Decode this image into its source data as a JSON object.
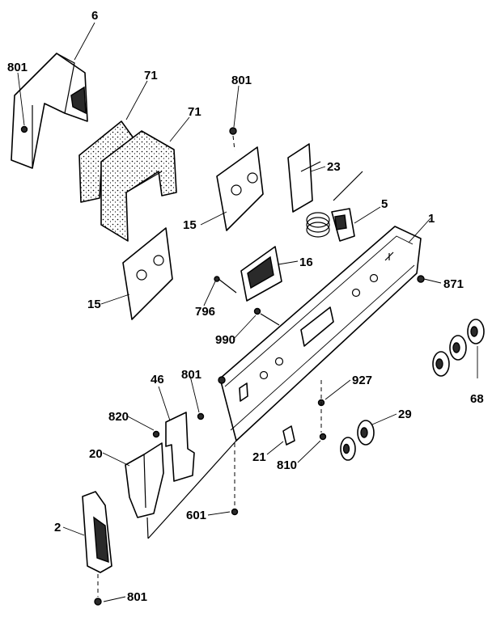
{
  "callouts": [
    {
      "id": "c-6",
      "text": "6"
    },
    {
      "id": "c-801-tl",
      "text": "801"
    },
    {
      "id": "c-71-a",
      "text": "71"
    },
    {
      "id": "c-71-b",
      "text": "71"
    },
    {
      "id": "c-801-top",
      "text": "801"
    },
    {
      "id": "c-23",
      "text": "23"
    },
    {
      "id": "c-5",
      "text": "5"
    },
    {
      "id": "c-1",
      "text": "1"
    },
    {
      "id": "c-15-top",
      "text": "15"
    },
    {
      "id": "c-15-left",
      "text": "15"
    },
    {
      "id": "c-16",
      "text": "16"
    },
    {
      "id": "c-871",
      "text": "871"
    },
    {
      "id": "c-796",
      "text": "796"
    },
    {
      "id": "c-990",
      "text": "990"
    },
    {
      "id": "c-46",
      "text": "46"
    },
    {
      "id": "c-801-mid",
      "text": "801"
    },
    {
      "id": "c-927",
      "text": "927"
    },
    {
      "id": "c-68",
      "text": "68"
    },
    {
      "id": "c-820",
      "text": "820"
    },
    {
      "id": "c-29",
      "text": "29"
    },
    {
      "id": "c-20",
      "text": "20"
    },
    {
      "id": "c-21",
      "text": "21"
    },
    {
      "id": "c-810",
      "text": "810"
    },
    {
      "id": "c-601",
      "text": "601"
    },
    {
      "id": "c-2",
      "text": "2"
    },
    {
      "id": "c-801-bot",
      "text": "801"
    }
  ]
}
